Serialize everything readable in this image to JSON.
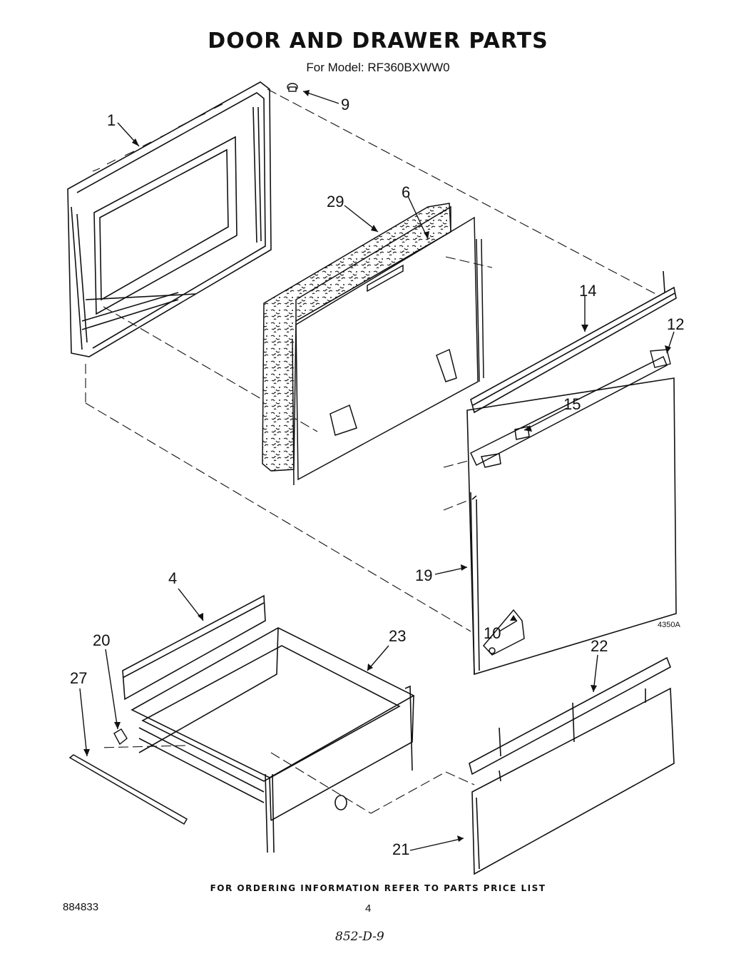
{
  "header": {
    "title": "DOOR AND DRAWER PARTS",
    "model_line": "For Model: RF360BXWW0"
  },
  "callouts": [
    "1",
    "9",
    "29",
    "6",
    "14",
    "12",
    "15",
    "19",
    "10",
    "4",
    "20",
    "23",
    "27",
    "22",
    "21"
  ],
  "figure_code": "4350A",
  "footer": {
    "ordering_note": "FOR ORDERING INFORMATION REFER TO PARTS PRICE LIST",
    "doc_number": "884833",
    "page_number": "4",
    "handwritten": "852-D-9"
  }
}
